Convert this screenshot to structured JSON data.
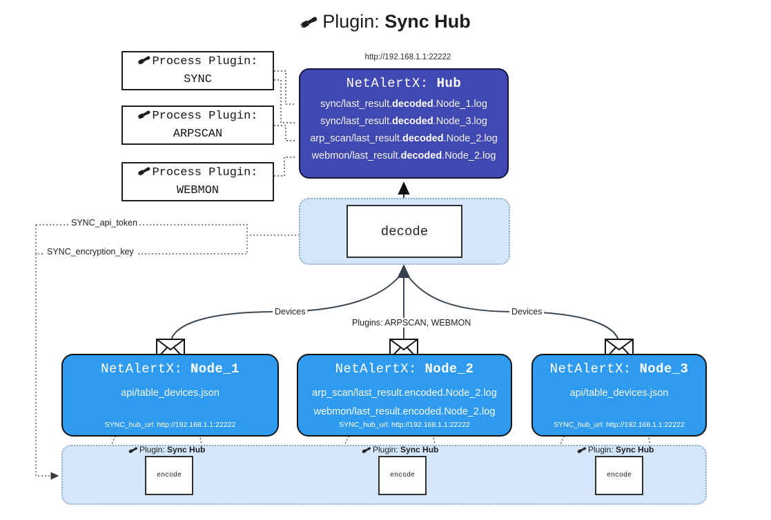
{
  "title": {
    "icon": "plug-icon",
    "prefix": "Plugin: ",
    "name": "Sync Hub"
  },
  "hub": {
    "url": "http://192.168.1.1:22222",
    "label_prefix": "NetAlertX: ",
    "label_name": "Hub",
    "color": "#4048b2",
    "rows": [
      {
        "pre": "sync/last_result.",
        "bold": "decoded",
        "post": ".Node_1.log"
      },
      {
        "pre": "sync/last_result.",
        "bold": "decoded",
        "post": ".Node_3.log"
      },
      {
        "pre": "arp_scan/last_result.",
        "bold": "decoded",
        "post": ".Node_2.log"
      },
      {
        "pre": "webmon/last_result.",
        "bold": "decoded",
        "post": ".Node_2.log"
      }
    ]
  },
  "process_plugins": [
    {
      "icon": "plug-icon",
      "line1": "Process Plugin:",
      "line2": "SYNC"
    },
    {
      "icon": "plug-icon",
      "line1": "Process Plugin:",
      "line2": "ARPSCAN"
    },
    {
      "icon": "plug-icon",
      "line1": "Process Plugin:",
      "line2": "WEBMON"
    }
  ],
  "decode": {
    "label": "decode",
    "zone_color": "#d4e6f9"
  },
  "settings_edges": {
    "api_token": "SYNC_api_token",
    "encryption_key": "SYNC_encryption_key"
  },
  "flow_labels": {
    "devices_left": "Devices",
    "devices_right": "Devices",
    "plugins_center": "Plugins: ARPSCAN, WEBMON"
  },
  "nodes": [
    {
      "label_prefix": "NetAlertX: ",
      "label_name": "Node_1",
      "lines": [
        "api/table_devices.json"
      ],
      "url_key": "SYNC_hub_url: ",
      "url_value": "http://192.168.1.1:22222",
      "envelope_icon": "envelope-icon",
      "color": "#2f9bf0"
    },
    {
      "label_prefix": "NetAlertX: ",
      "label_name": "Node_2",
      "lines": [
        "arp_scan/last_result.encoded.Node_2.log",
        "webmon/last_result.encoded.Node_2.log"
      ],
      "url_key": "SYNC_hub_url: ",
      "url_value": "http://192.168.1.1:22222",
      "envelope_icon": "envelope-icon",
      "color": "#2f9bf0"
    },
    {
      "label_prefix": "NetAlertX: ",
      "label_name": "Node_3",
      "lines": [
        "api/table_devices.json"
      ],
      "url_key": "SYNC_hub_url: ",
      "url_value": "http://192.168.1.1:22222",
      "envelope_icon": "envelope-icon",
      "color": "#2f9bf0"
    }
  ],
  "encoders": [
    {
      "plugin_label_prefix": "Plugin: ",
      "plugin_label_name": "Sync Hub",
      "box": "encode",
      "icon": "plug-icon"
    },
    {
      "plugin_label_prefix": "Plugin: ",
      "plugin_label_name": "Sync Hub",
      "box": "encode",
      "icon": "plug-icon"
    },
    {
      "plugin_label_prefix": "Plugin: ",
      "plugin_label_name": "Sync Hub",
      "box": "encode",
      "icon": "plug-icon"
    }
  ]
}
